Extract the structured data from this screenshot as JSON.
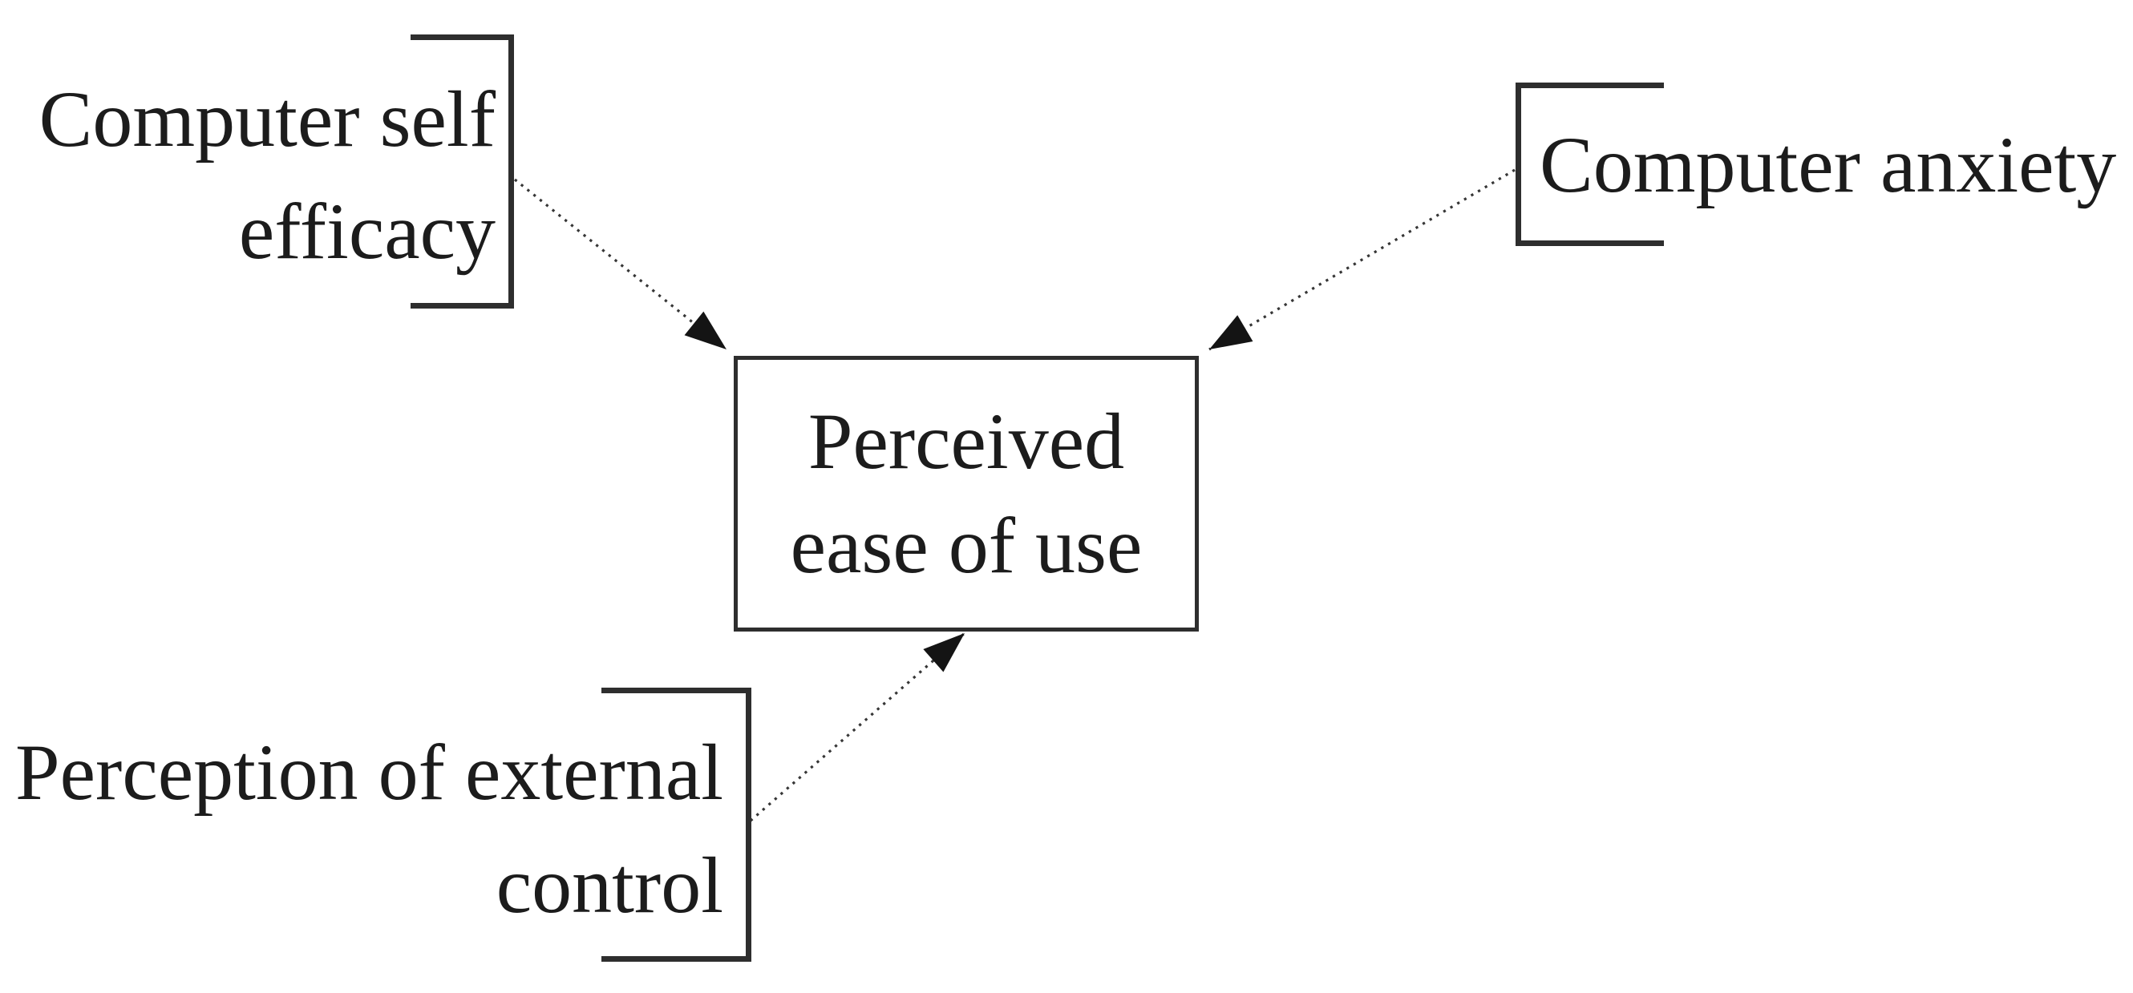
{
  "diagram": {
    "center_box": {
      "label_lines": [
        "Perceived",
        "ease of use"
      ]
    },
    "factors": [
      {
        "id": "computer-self-efficacy",
        "label_lines": [
          "Computer self",
          "efficacy"
        ]
      },
      {
        "id": "computer-anxiety",
        "label_lines": [
          "Computer anxiety"
        ]
      },
      {
        "id": "perception-of-external-control",
        "label_lines": [
          "Perception of external",
          "control"
        ]
      }
    ],
    "colors": {
      "ink": "#1c1c1c",
      "line": "#2e2e2e",
      "background": "#ffffff"
    }
  }
}
